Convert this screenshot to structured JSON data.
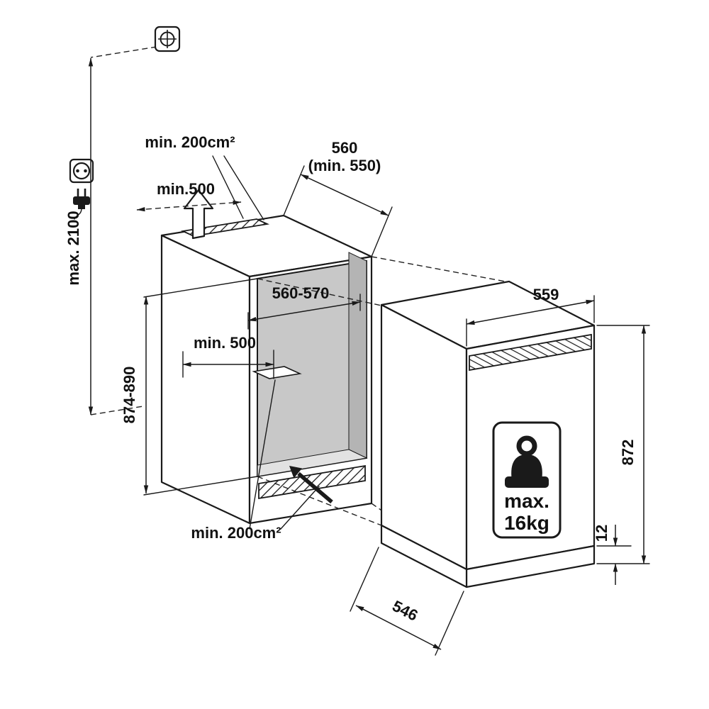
{
  "diagram": {
    "type": "built-in appliance installation drawing",
    "installation": {
      "socket_height_label": "max. 2100"
    },
    "niche": {
      "top_vent_label": "min. 200cm²",
      "top_clearance_label": "min.500",
      "width_label": "560",
      "width_min_label": "(min. 550)",
      "height_label": "874-890",
      "inner_width_label": "560-570",
      "inner_depth_label": "min. 500",
      "bottom_vent_label": "min. 200cm²"
    },
    "appliance": {
      "width_label": "559",
      "height_label": "872",
      "base_clearance_label": "12",
      "depth_label": "546",
      "weight_badge_line1": "max.",
      "weight_badge_line2": "16kg"
    },
    "icons": {
      "screw": "crosshair-screw-icon",
      "socket": "power-socket-icon",
      "plug": "power-plug-icon",
      "airflow_out": "airflow-up-arrow-icon",
      "airflow_in": "airflow-in-arrow-icon",
      "weight": "weight-icon"
    },
    "colors": {
      "line": "#1a1a1a",
      "interior_back": "#c8c8c8",
      "interior_side": "#b4b4b4",
      "interior_floor": "#e2e2e2"
    }
  }
}
